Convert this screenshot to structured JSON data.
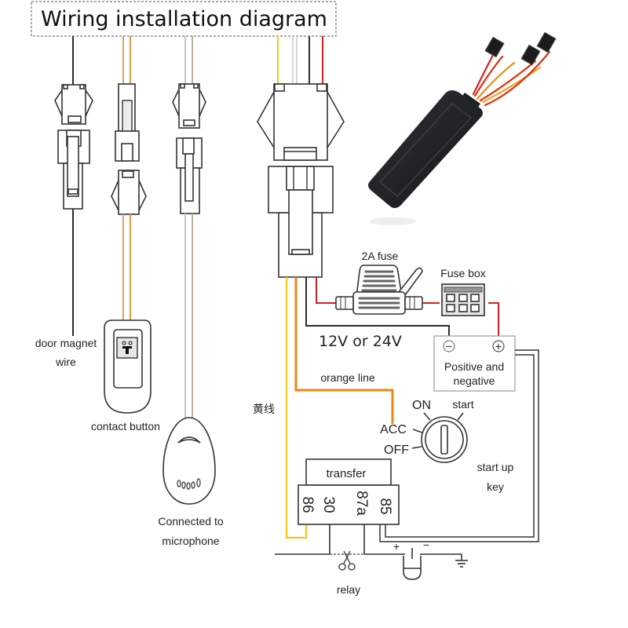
{
  "title": "Wiring installation diagram",
  "colors": {
    "black_wire": "#2b2b2b",
    "orange_wire": "#f0870f",
    "tan_wire": "#d8a66a",
    "yellow_wire": "#f4c61c",
    "red_wire": "#d42020",
    "gray_wire": "#bdbab4",
    "device_body": "#1e2124"
  },
  "labels": {
    "door_magnet_line1": "door magnet",
    "door_magnet_line2": "wire",
    "contact_button": "contact button",
    "microphone_line1": "Connected to",
    "microphone_line2": "microphone",
    "yellow_line": "黄线",
    "fuse_2a": "2A fuse",
    "fuse_box": "Fuse box",
    "voltage": "12V or 24V",
    "battery_line1": "Positive and",
    "battery_line2": "negative",
    "battery_minus": "−",
    "battery_plus": "+",
    "orange_line": "orange line",
    "key_on": "ON",
    "key_start": "start",
    "key_acc": "ACC",
    "key_off": "OFF",
    "start_key_line1": "start up",
    "start_key_line2": "key",
    "transfer": "transfer",
    "pin_86": "86",
    "pin_30": "30",
    "pin_87a": "87a",
    "pin_85": "85",
    "relay": "relay",
    "load_plus": "+",
    "load_minus": "−"
  }
}
